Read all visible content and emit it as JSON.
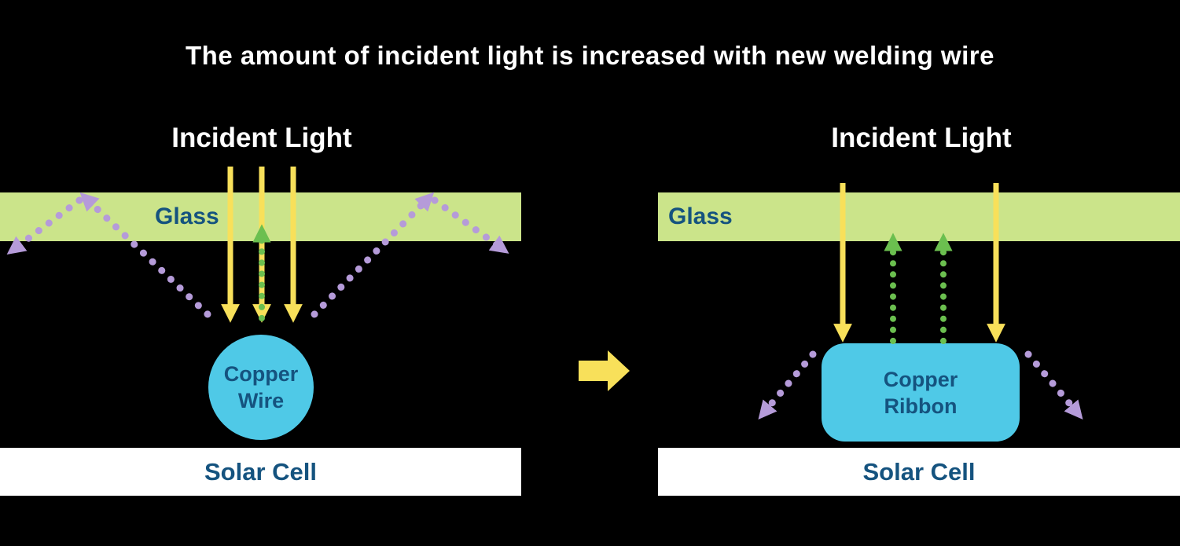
{
  "title": "The amount of incident light is increased with new welding wire",
  "colors": {
    "background": "#000000",
    "title_text": "#ffffff",
    "glass_fill": "#cbe48a",
    "label_text": "#15537f",
    "incident_color": "#f8e05a",
    "reflected_color": "#6bbf4f",
    "scattered_color": "#b59bd9",
    "copper_fill": "#4fc9e7",
    "solar_fill": "#ffffff"
  },
  "panels": {
    "left": {
      "incident_light_label": "Incident Light",
      "glass_label": "Glass",
      "copper_label": [
        "Copper",
        "Wire"
      ],
      "solar_cell_label": "Solar Cell"
    },
    "right": {
      "incident_light_label": "Incident Light",
      "glass_label": "Glass",
      "copper_label": [
        "Copper",
        "Ribbon"
      ],
      "solar_cell_label": "Solar Cell"
    }
  }
}
